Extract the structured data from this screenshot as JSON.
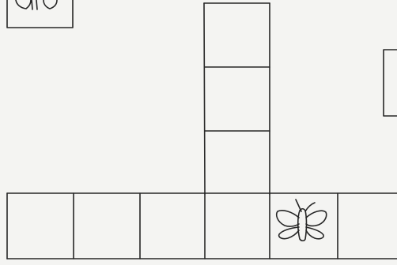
{
  "diagram": {
    "kind": "grid-of-squares-worksheet",
    "ink_color": "#262626",
    "paper_color": "#f4f4f2",
    "columns": [
      {
        "id": "col-1",
        "pictures": []
      },
      {
        "id": "col-2",
        "pictures": []
      },
      {
        "id": "col-3",
        "pictures": []
      },
      {
        "id": "col-4",
        "pictures": []
      },
      {
        "id": "col-5",
        "pictures": [
          "butterfly-icon"
        ]
      },
      {
        "id": "col-6",
        "pictures": []
      }
    ],
    "tower": {
      "column": 4,
      "cells": 3
    },
    "corner_boxes": [
      {
        "id": "top-left-box",
        "picture": "butterfly-icon",
        "partially_visible": true
      },
      {
        "id": "right-edge-box",
        "picture": null,
        "partially_visible": true
      }
    ]
  }
}
